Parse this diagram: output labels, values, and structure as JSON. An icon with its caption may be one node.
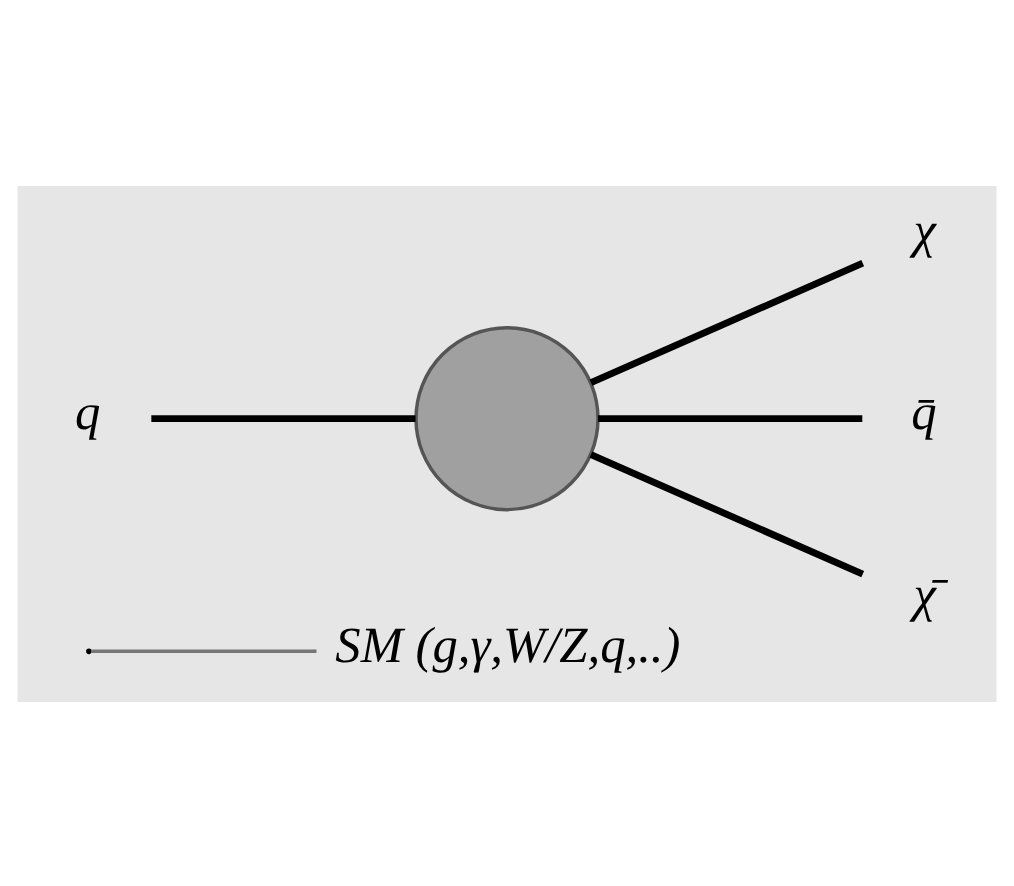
{
  "diagram": {
    "nodes": [
      {
        "text": [
          "SM (g,γ,W/Z,q,..)"
        ]
      },
      {
        "text": [
          "q"
        ]
      },
      {
        "text": [],
        "shape": "circle"
      },
      {
        "text": [
          "χ"
        ]
      },
      {
        "text": [
          "q̄"
        ]
      },
      {
        "text": [
          "χ̄"
        ]
      }
    ],
    "edges": [
      {
        "from": null,
        "to": 0,
        "arrow": "none",
        "color": "#777777"
      },
      {
        "from": 1,
        "to": 2,
        "arrow": "none"
      },
      {
        "from": 2,
        "to": 3,
        "arrow": "none"
      },
      {
        "from": 2,
        "to": 4,
        "arrow": "none"
      },
      {
        "from": 2,
        "to": 5,
        "arrow": "none"
      }
    ]
  }
}
